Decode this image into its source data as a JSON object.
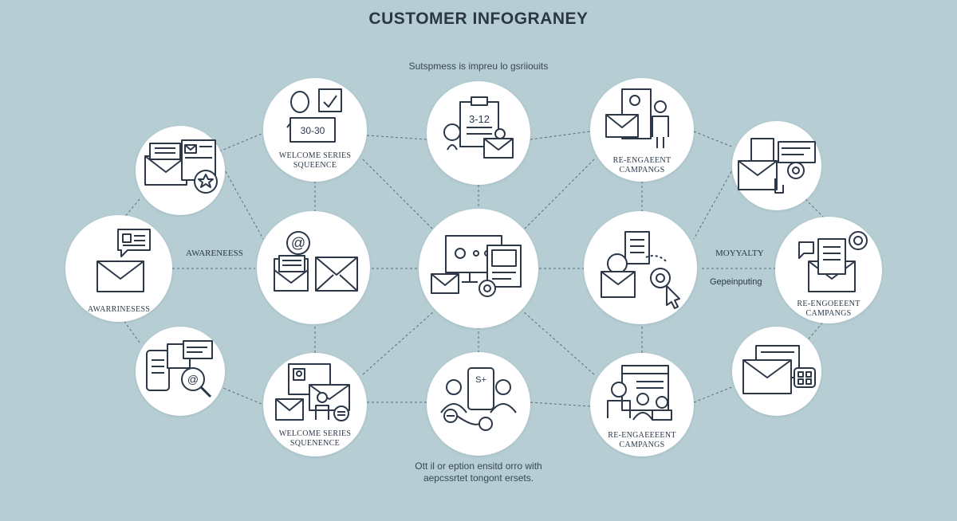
{
  "title": "CUSTOMER INFOGRANEY",
  "subtitle": "Sutspmess is impreu lo gsriiouits",
  "footer": {
    "line1": "Ott il or eption ensitd orro with",
    "line2": "aepcssrtet tongont ersets."
  },
  "side_labels": {
    "awareness_mid": "AWARENEESS",
    "loyalty": "MOYYALTY",
    "gepeinputing": "Gepeinputing"
  },
  "nodes": {
    "welcome_top": {
      "label1": "WELCOME SERIES",
      "label2": "SQUEENCE",
      "badge": "30-30"
    },
    "calendar_top": {
      "badge": "3-12"
    },
    "reengage_top": {
      "label1": "RE-ENGAEENT",
      "label2": "CAMPANGS"
    },
    "awareness_left": {
      "label1": "AWARRINESESS"
    },
    "reengage_right": {
      "label1": "RE-ENGOEEENT",
      "label2": "CAMPANGS"
    },
    "welcome_bottom": {
      "label1": "WELCOME SERIES",
      "label2": "SQUENENCE"
    },
    "social_bottom": {
      "badge": "S+"
    },
    "reengage_bottom": {
      "label1": "RE-ENGAEEEENT",
      "label2": "CAMPANGS"
    }
  },
  "colors": {
    "background": "#b5cdd3",
    "node_fill": "#ffffff",
    "line": "#5b6b7a",
    "ink": "#2c3848"
  }
}
